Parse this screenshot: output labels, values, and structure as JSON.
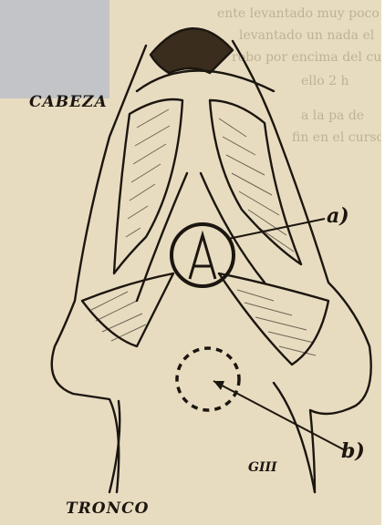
{
  "labels": {
    "head": "CABEZA",
    "marker_a": "a)",
    "marker_b": "b)",
    "trunk": "TRONCO",
    "artist_mark": "GIII"
  },
  "background_text": [
    "ente levantado muy poco",
    "levantado un nada el",
    "robo por encima del cuerpo",
    "ello 2 h",
    "a la pa de",
    "fin en el curso"
  ],
  "colors": {
    "paper": "#e8dcc0",
    "ink": "#1c1610",
    "overlay": "#c3c4c7"
  }
}
